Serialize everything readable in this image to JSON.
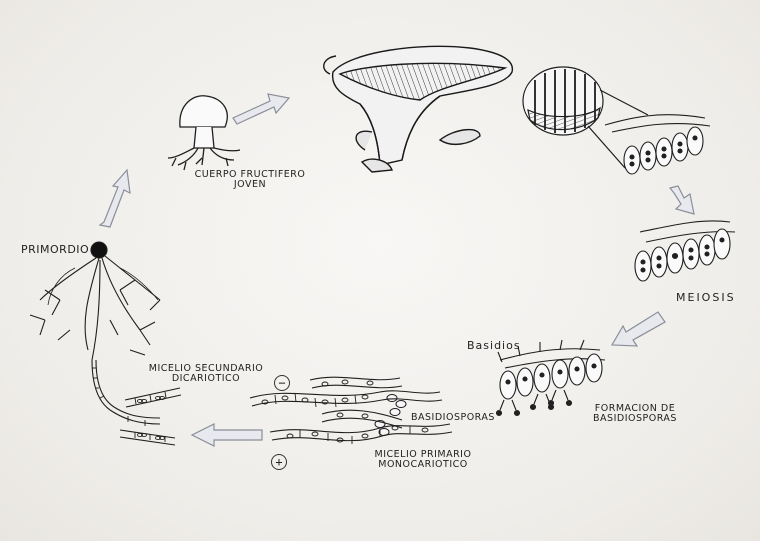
{
  "labels": {
    "primordio": "Primordio",
    "cuerpo_line1": "Cuerpo fructifero",
    "cuerpo_line2": "joven",
    "meiosis": "Meiosis",
    "basidios": "Basidios",
    "formacion_line1": "Formacion de",
    "formacion_line2": "basidiosporas",
    "basidiosporas": "Basidiosporas",
    "micelio_sec_line1": "Micelio secundario",
    "micelio_sec_line2": "dicariotico",
    "micelio_pri_line1": "Micelio primario",
    "micelio_pri_line2": "Monocariotico",
    "minus": "−",
    "plus": "+"
  },
  "colors": {
    "ink": "#1f1f1f",
    "arrow_fill": "#e7e9ee",
    "arrow_stroke": "#8a8f98"
  }
}
